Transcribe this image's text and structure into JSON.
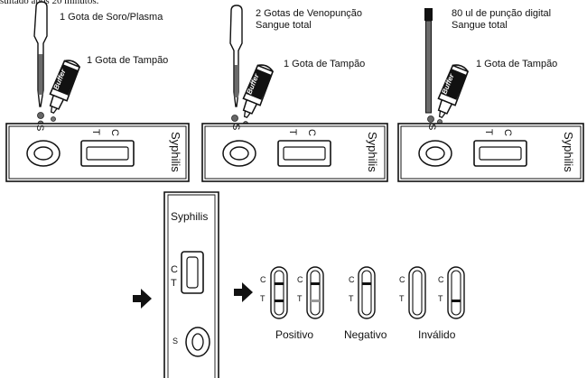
{
  "cutoff_text": "sultado após 20 minutos.",
  "panels": [
    {
      "sample_label": "1 Gota de Soro/Plasma",
      "sample_label_line2": "",
      "buffer_label": "1 Gota de Tampão",
      "bottle_text": "Buffer",
      "device_name": "Syphilis",
      "well_s": "S",
      "window_t": "T",
      "window_c": "C"
    },
    {
      "sample_label": "2 Gotas de Venopunção",
      "sample_label_line2": "Sangue total",
      "buffer_label": "1 Gota de Tampão",
      "bottle_text": "Buffer",
      "device_name": "Syphilis",
      "well_s": "S",
      "window_t": "T",
      "window_c": "C"
    },
    {
      "sample_label": "80 ul de punção digital",
      "sample_label_line2": "Sangue total",
      "buffer_label": "1 Gota de Tampão",
      "bottle_text": "Buffer",
      "device_name": "Syphilis",
      "well_s": "S",
      "window_t": "T",
      "window_c": "C"
    }
  ],
  "device_large": {
    "title": "Syphilis",
    "c": "C",
    "t": "T",
    "s": "S"
  },
  "results": {
    "c": "C",
    "t": "T",
    "positive": "Positivo",
    "negative": "Negativo",
    "invalid": "Inválido"
  }
}
